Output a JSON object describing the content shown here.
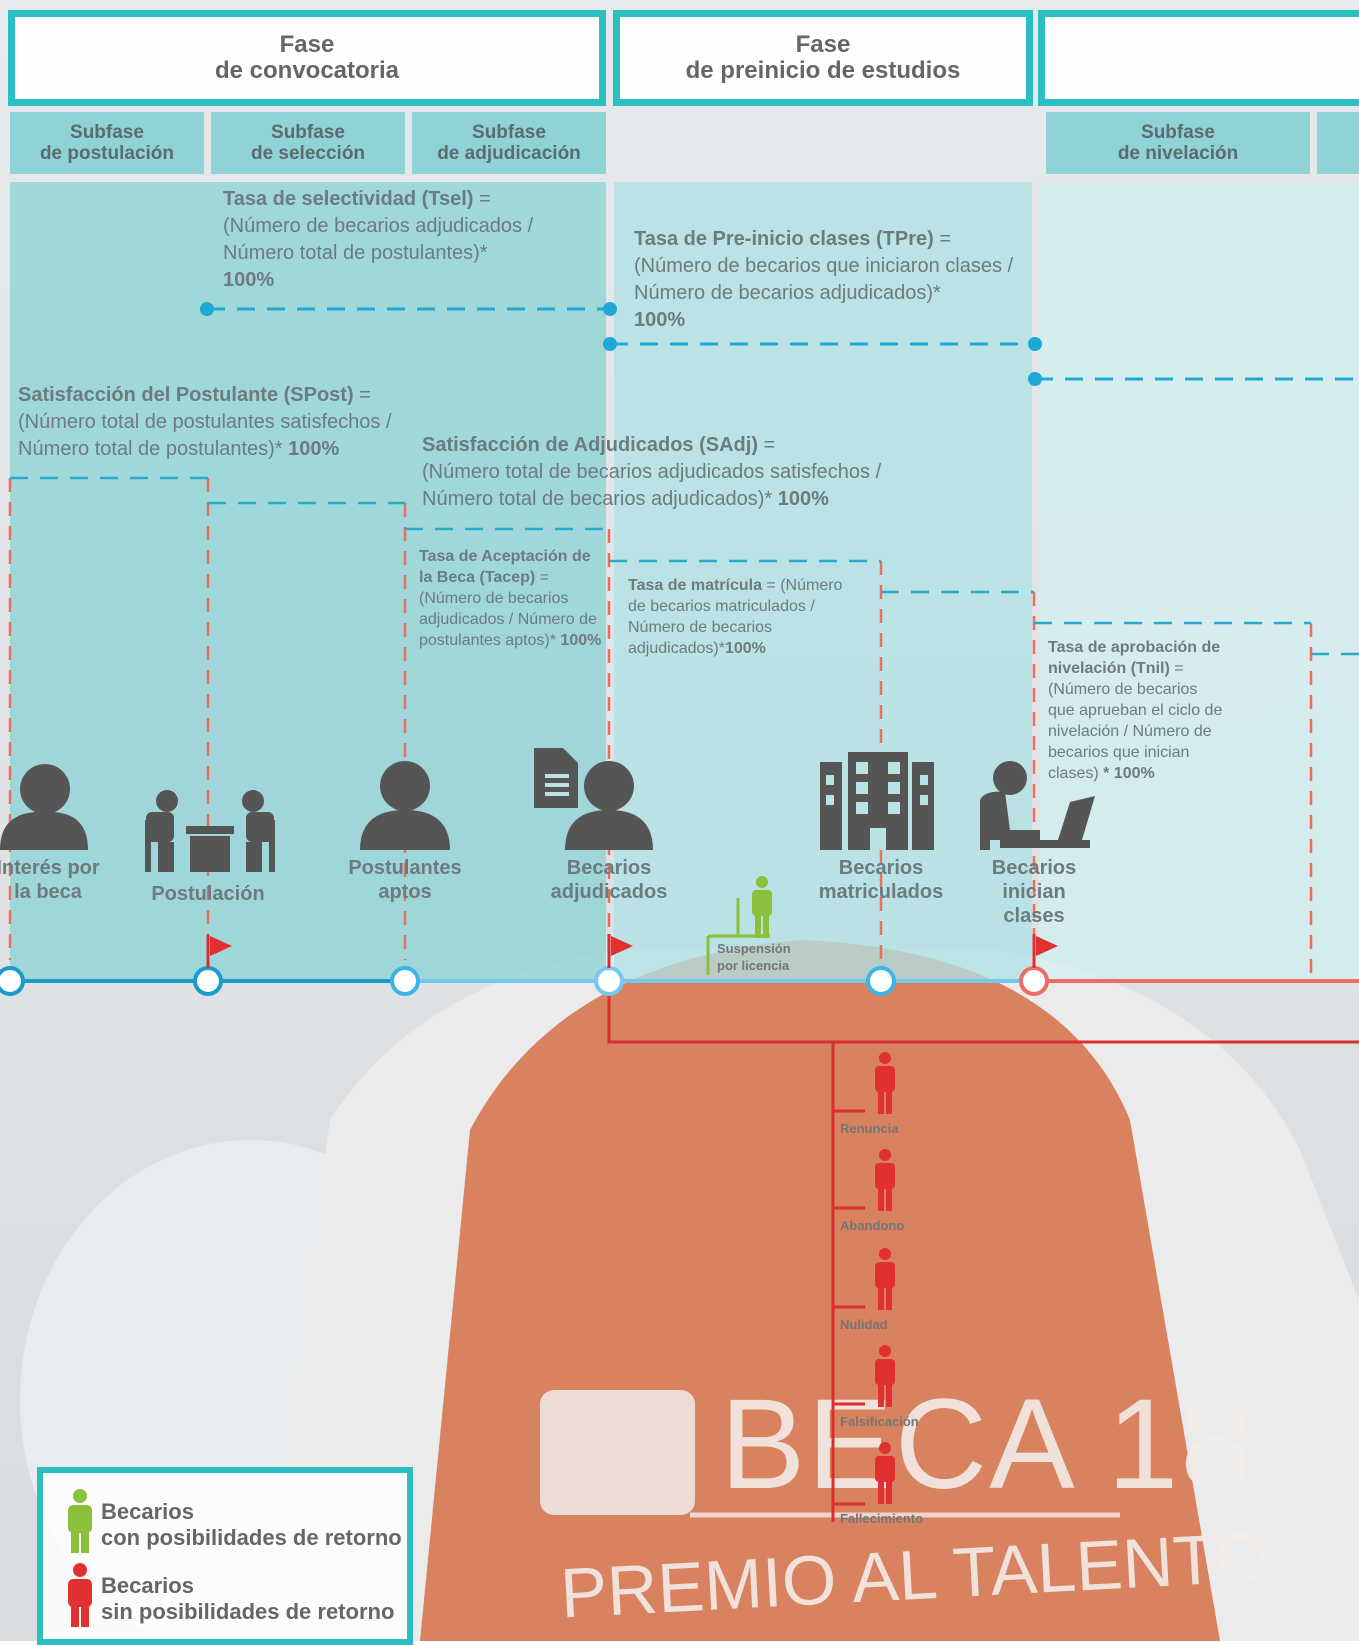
{
  "phases": [
    {
      "line1": "Fase",
      "line2": "de convocatoria"
    },
    {
      "line1": "Fase",
      "line2": "de preinicio de estudios"
    }
  ],
  "subphases": [
    {
      "line1": "Subfase",
      "line2": "de postulación"
    },
    {
      "line1": "Subfase",
      "line2": "de selección"
    },
    {
      "line1": "Subfase",
      "line2": "de adjudicación"
    },
    {
      "line1": "Subfase",
      "line2": "de nivelación"
    }
  ],
  "formulas": {
    "tsel": {
      "name": "Tasa de selectividad (Tsel)",
      "eq": " =",
      "body": "(Número de becarios adjudicados / Número total de postulantes)*",
      "pct": "100%"
    },
    "tpre": {
      "name": "Tasa de Pre-inicio clases (TPre)",
      "eq": " =",
      "body": "(Número de becarios que iniciaron clases / Número de becarios adjudicados)*",
      "pct": "100%"
    },
    "spost": {
      "name": "Satisfacción del Postulante (SPost)",
      "eq": " =",
      "body": "(Número total de postulantes satisfechos / Número total de postulantes)*",
      "pct": " 100%"
    },
    "sadj": {
      "name": "Satisfacción de Adjudicados (SAdj)",
      "eq": " =",
      "body": "(Número total de becarios adjudicados satisfechos / Número total de becarios adjudicados)*",
      "pct": " 100%"
    },
    "tacep": {
      "name": "Tasa de Aceptación de la Beca (Tacep)",
      "eq": " = ",
      "body": "(Número de becarios adjudicados / Número de postulantes aptos)*",
      "pct": " 100%"
    },
    "tmat": {
      "name": "Tasa de matrícula",
      "eq": " = ",
      "body": "(Número de becarios matriculados / Número de becarios adjudicados)*",
      "pct": "100%"
    },
    "tnil": {
      "name": "Tasa de aprobación de nivelación (Tnil)",
      "eq": " =",
      "body": "(Número de becarios que aprueban el ciclo de nivelación / Número de becarios que inician clases)",
      "pct": " * 100%"
    }
  },
  "stages": [
    {
      "l1": "Interés por",
      "l2": "la beca"
    },
    {
      "l1": "Postulación",
      "l2": ""
    },
    {
      "l1": "Postulantes",
      "l2": "aptos"
    },
    {
      "l1": "Becarios",
      "l2": "adjudicados"
    },
    {
      "l1": "Becarios",
      "l2": "matriculados"
    },
    {
      "l1": "Becarios",
      "l2": "inician clases"
    }
  ],
  "suspension": {
    "l1": "Suspensión",
    "l2": "por licencia"
  },
  "exits": [
    "Renuncia",
    "Abandono",
    "Nulidad",
    "Falsificación",
    "Fallecimiento"
  ],
  "legend": {
    "green": {
      "l1": "Becarios",
      "l2": "con posibilidades de retorno"
    },
    "red": {
      "l1": "Becarios",
      "l2": "sin posibilidades de retorno"
    }
  },
  "background": {
    "logo_l1": "BECA 18",
    "logo_l2": "PREMIO AL TALENTO"
  },
  "colors": {
    "teal": "#2bbfc1",
    "panel": "#a7dbdd",
    "orange": "#d8825f",
    "red": "#e03030",
    "green": "#8cbf3a",
    "icon": "#555555"
  }
}
